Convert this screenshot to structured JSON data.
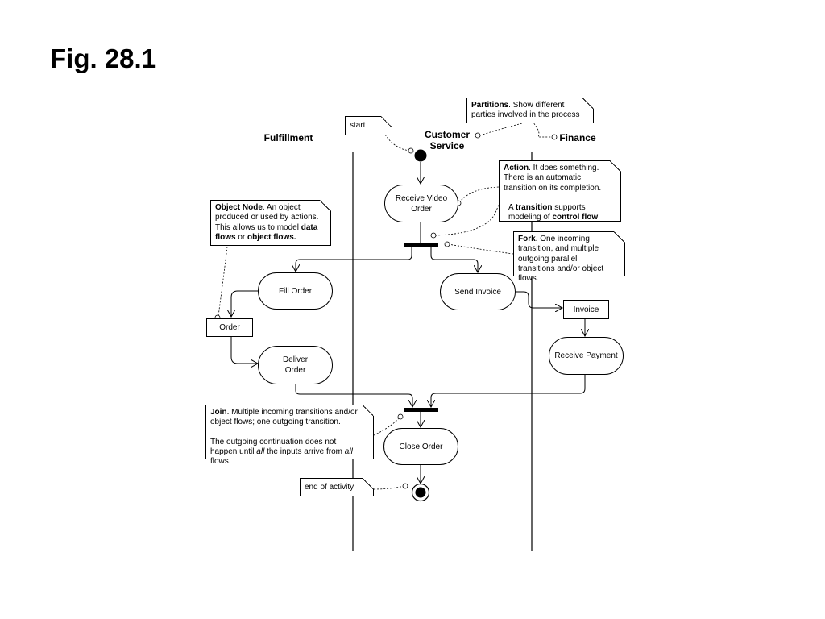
{
  "figure": {
    "title": "Fig. 28.1"
  },
  "lanes": {
    "fulfillment": "Fulfillment",
    "customer_service_line1": "Customer",
    "customer_service_line2": "Service",
    "finance": "Finance"
  },
  "actions": {
    "receive_video_order_1": "Receive Video",
    "receive_video_order_2": "Order",
    "fill_order": "Fill Order",
    "send_invoice": "Send Invoice",
    "deliver_order_1": "Deliver",
    "deliver_order_2": "Order",
    "receive_payment": "Receive Payment",
    "close_order": "Close Order"
  },
  "object_nodes": {
    "order": "Order",
    "invoice": "Invoice"
  },
  "notes": {
    "start": "start",
    "end_of_activity": "end of activity",
    "partitions_bold": "Partitions",
    "partitions_text": ". Show different parties involved in the process",
    "action_bold": "Action",
    "action_text": ". It does something. There is an automatic transition on its completion.",
    "transition_pre": "A ",
    "transition_bold": "transition",
    "transition_mid": " supports modeling of ",
    "transition_bold2": "control flow",
    "transition_end": ".",
    "object_node_bold": "Object Node",
    "object_node_text": ". An object produced or used by actions. This allows us to model ",
    "object_node_bold2": "data flows",
    "object_node_mid": " or ",
    "object_node_bold3": "object flows.",
    "fork_bold": "Fork",
    "fork_text": ". One incoming transition, and multiple outgoing parallel transitions and/or object flows.",
    "join_bold": "Join",
    "join_text": ". Multiple incoming transitions and/or object flows; one outgoing transition.",
    "join_text2_pre": "The outgoing continuation does not happen until ",
    "join_text2_em1": "all",
    "join_text2_mid": " the inputs arrive from ",
    "join_text2_em2": "all",
    "join_text2_end": " flows."
  }
}
